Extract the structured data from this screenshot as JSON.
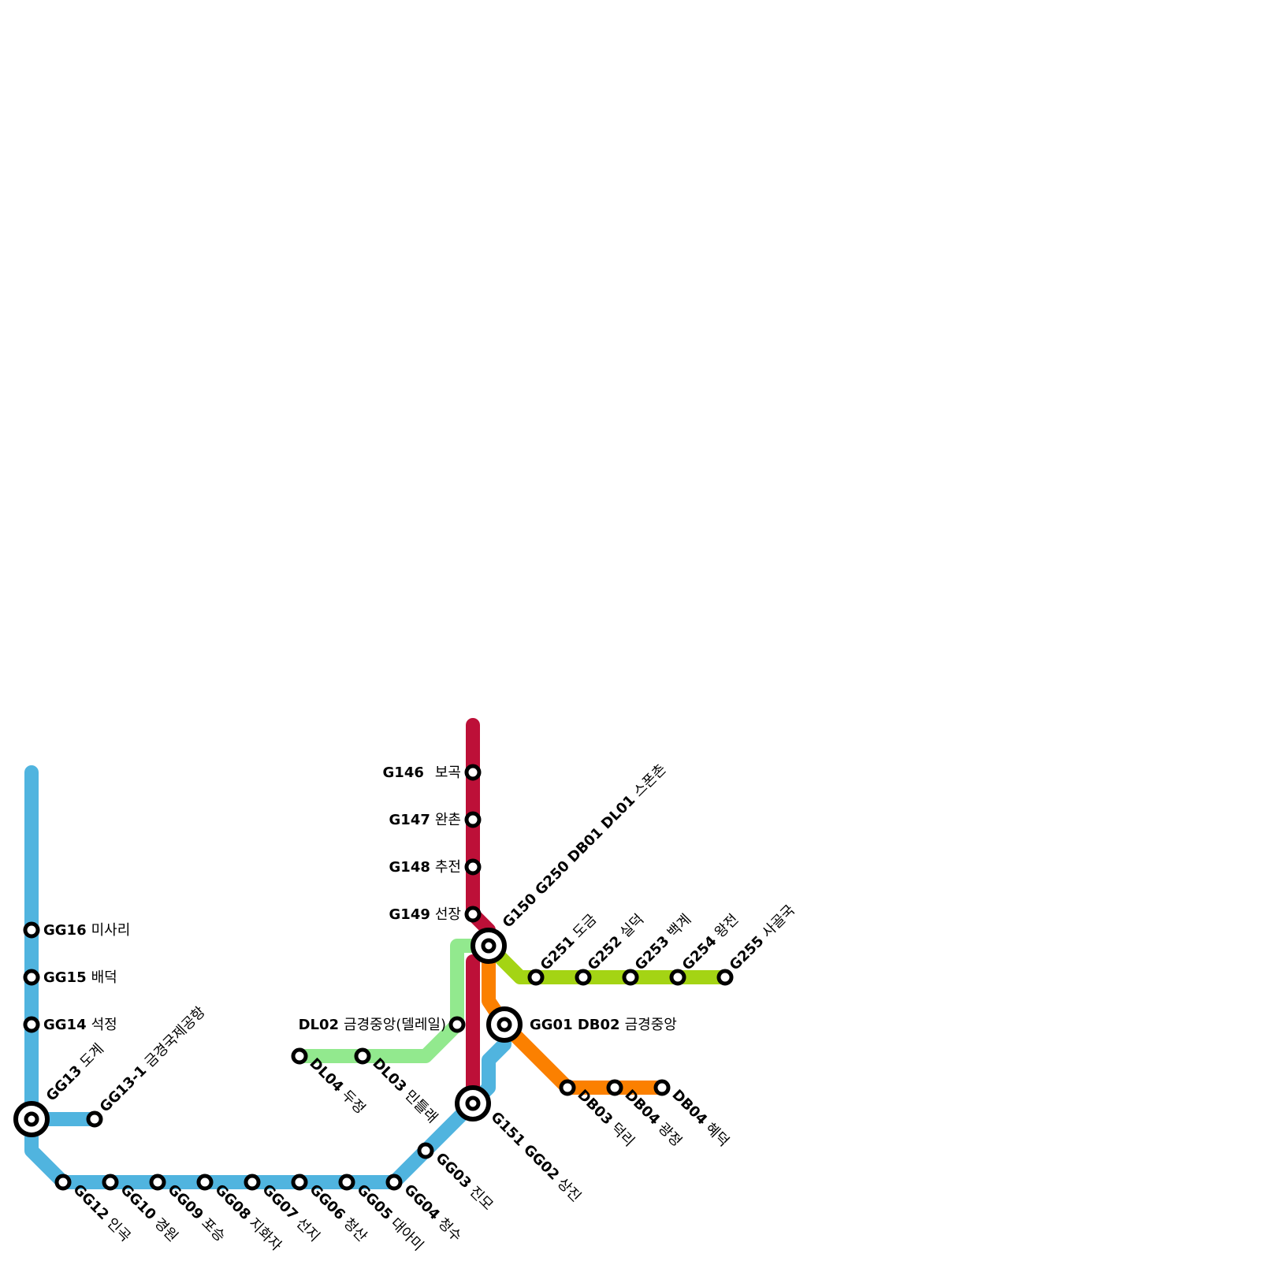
{
  "colors": {
    "background": "#ffffff",
    "line_gg": "#50b4df",
    "line_red": "#bd1038",
    "line_dl": "#92e98e",
    "line_g2": "#a4d414",
    "line_db": "#fb8000",
    "station_fill": "#ffffff",
    "station_stroke": "#000000"
  },
  "stations": {
    "g146": {
      "code": "G146",
      "name": "보곡"
    },
    "g147": {
      "code": "G147",
      "name": "완촌"
    },
    "g148": {
      "code": "G148",
      "name": "추전"
    },
    "g149": {
      "code": "G149",
      "name": "선장"
    },
    "g150": {
      "code": "G150 G250 DB01 DL01",
      "name": "스폰촌"
    },
    "g251": {
      "code": "G251",
      "name": "도금"
    },
    "g252": {
      "code": "G252",
      "name": "실덕"
    },
    "g253": {
      "code": "G253",
      "name": "백계"
    },
    "g254": {
      "code": "G254",
      "name": "왕전"
    },
    "g255": {
      "code": "G255",
      "name": "사골국"
    },
    "gg01": {
      "code": "GG01 DB02",
      "name": "금경중앙"
    },
    "db03": {
      "code": "DB03",
      "name": "덕리"
    },
    "db04a": {
      "code": "DB04",
      "name": "광정"
    },
    "db04b": {
      "code": "DB04",
      "name": "혜덕"
    },
    "dl02": {
      "code": "DL02",
      "name": "금경중앙(델레일)"
    },
    "dl03": {
      "code": "DL03",
      "name": "민틀래"
    },
    "dl04": {
      "code": "DL04",
      "name": "두정"
    },
    "g151": {
      "code": "G151 GG02",
      "name": "상진"
    },
    "gg03": {
      "code": "GG03",
      "name": "진모"
    },
    "gg04": {
      "code": "GG04",
      "name": "청수"
    },
    "gg05": {
      "code": "GG05",
      "name": "대아미"
    },
    "gg06": {
      "code": "GG06",
      "name": "청산"
    },
    "gg07": {
      "code": "GG07",
      "name": "선지"
    },
    "gg08": {
      "code": "GG08",
      "name": "지화자"
    },
    "gg09": {
      "code": "GG09",
      "name": "포승"
    },
    "gg10": {
      "code": "GG10",
      "name": "경원"
    },
    "gg12": {
      "code": "GG12",
      "name": "인곡"
    },
    "gg13": {
      "code": "GG13",
      "name": "도계"
    },
    "gg13_1": {
      "code": "GG13-1",
      "name": "금경국제공항"
    },
    "gg14": {
      "code": "GG14",
      "name": "석정"
    },
    "gg15": {
      "code": "GG15",
      "name": "배덕"
    },
    "gg16": {
      "code": "GG16",
      "name": "미사리"
    }
  }
}
